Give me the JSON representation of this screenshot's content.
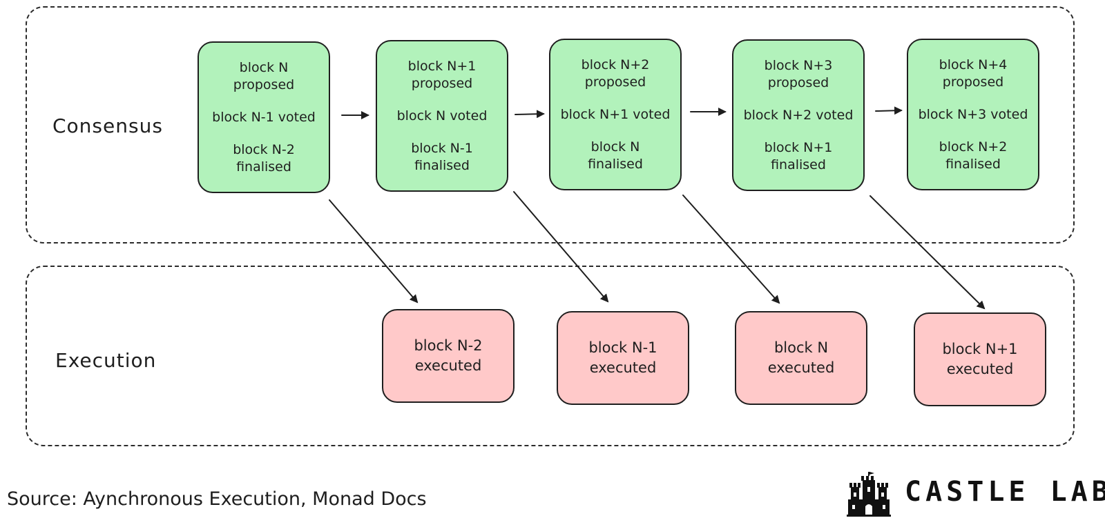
{
  "lanes": {
    "consensus_label": "Consensus",
    "execution_label": "Execution"
  },
  "consensus_blocks": [
    {
      "proposed": [
        "block N",
        "proposed"
      ],
      "voted": "block N-1 voted",
      "finalised": [
        "block N-2",
        "finalised"
      ]
    },
    {
      "proposed": [
        "block N+1",
        "proposed"
      ],
      "voted": "block N voted",
      "finalised": [
        "block N-1",
        "finalised"
      ]
    },
    {
      "proposed": [
        "block N+2",
        "proposed"
      ],
      "voted": "block N+1 voted",
      "finalised": [
        "block N",
        "finalised"
      ]
    },
    {
      "proposed": [
        "block N+3",
        "proposed"
      ],
      "voted": "block N+2 voted",
      "finalised": [
        "block N+1",
        "finalised"
      ]
    },
    {
      "proposed": [
        "block N+4",
        "proposed"
      ],
      "voted": "block N+3 voted",
      "finalised": [
        "block N+2",
        "finalised"
      ]
    }
  ],
  "execution_blocks": [
    {
      "lines": [
        "block N-2",
        "executed"
      ]
    },
    {
      "lines": [
        "block N-1",
        "executed"
      ]
    },
    {
      "lines": [
        "block N",
        "executed"
      ]
    },
    {
      "lines": [
        "block N+1",
        "executed"
      ]
    }
  ],
  "footer": {
    "source": "Source: Aynchronous Execution, Monad Docs",
    "brand": "CASTLE LABS"
  },
  "colors": {
    "consensus_fill": "#b2f2bb",
    "execution_fill": "#ffc9c9",
    "stroke": "#1e1e1e"
  },
  "icons": {
    "arrow": "arrow-right-icon",
    "logo": "castle-icon"
  }
}
